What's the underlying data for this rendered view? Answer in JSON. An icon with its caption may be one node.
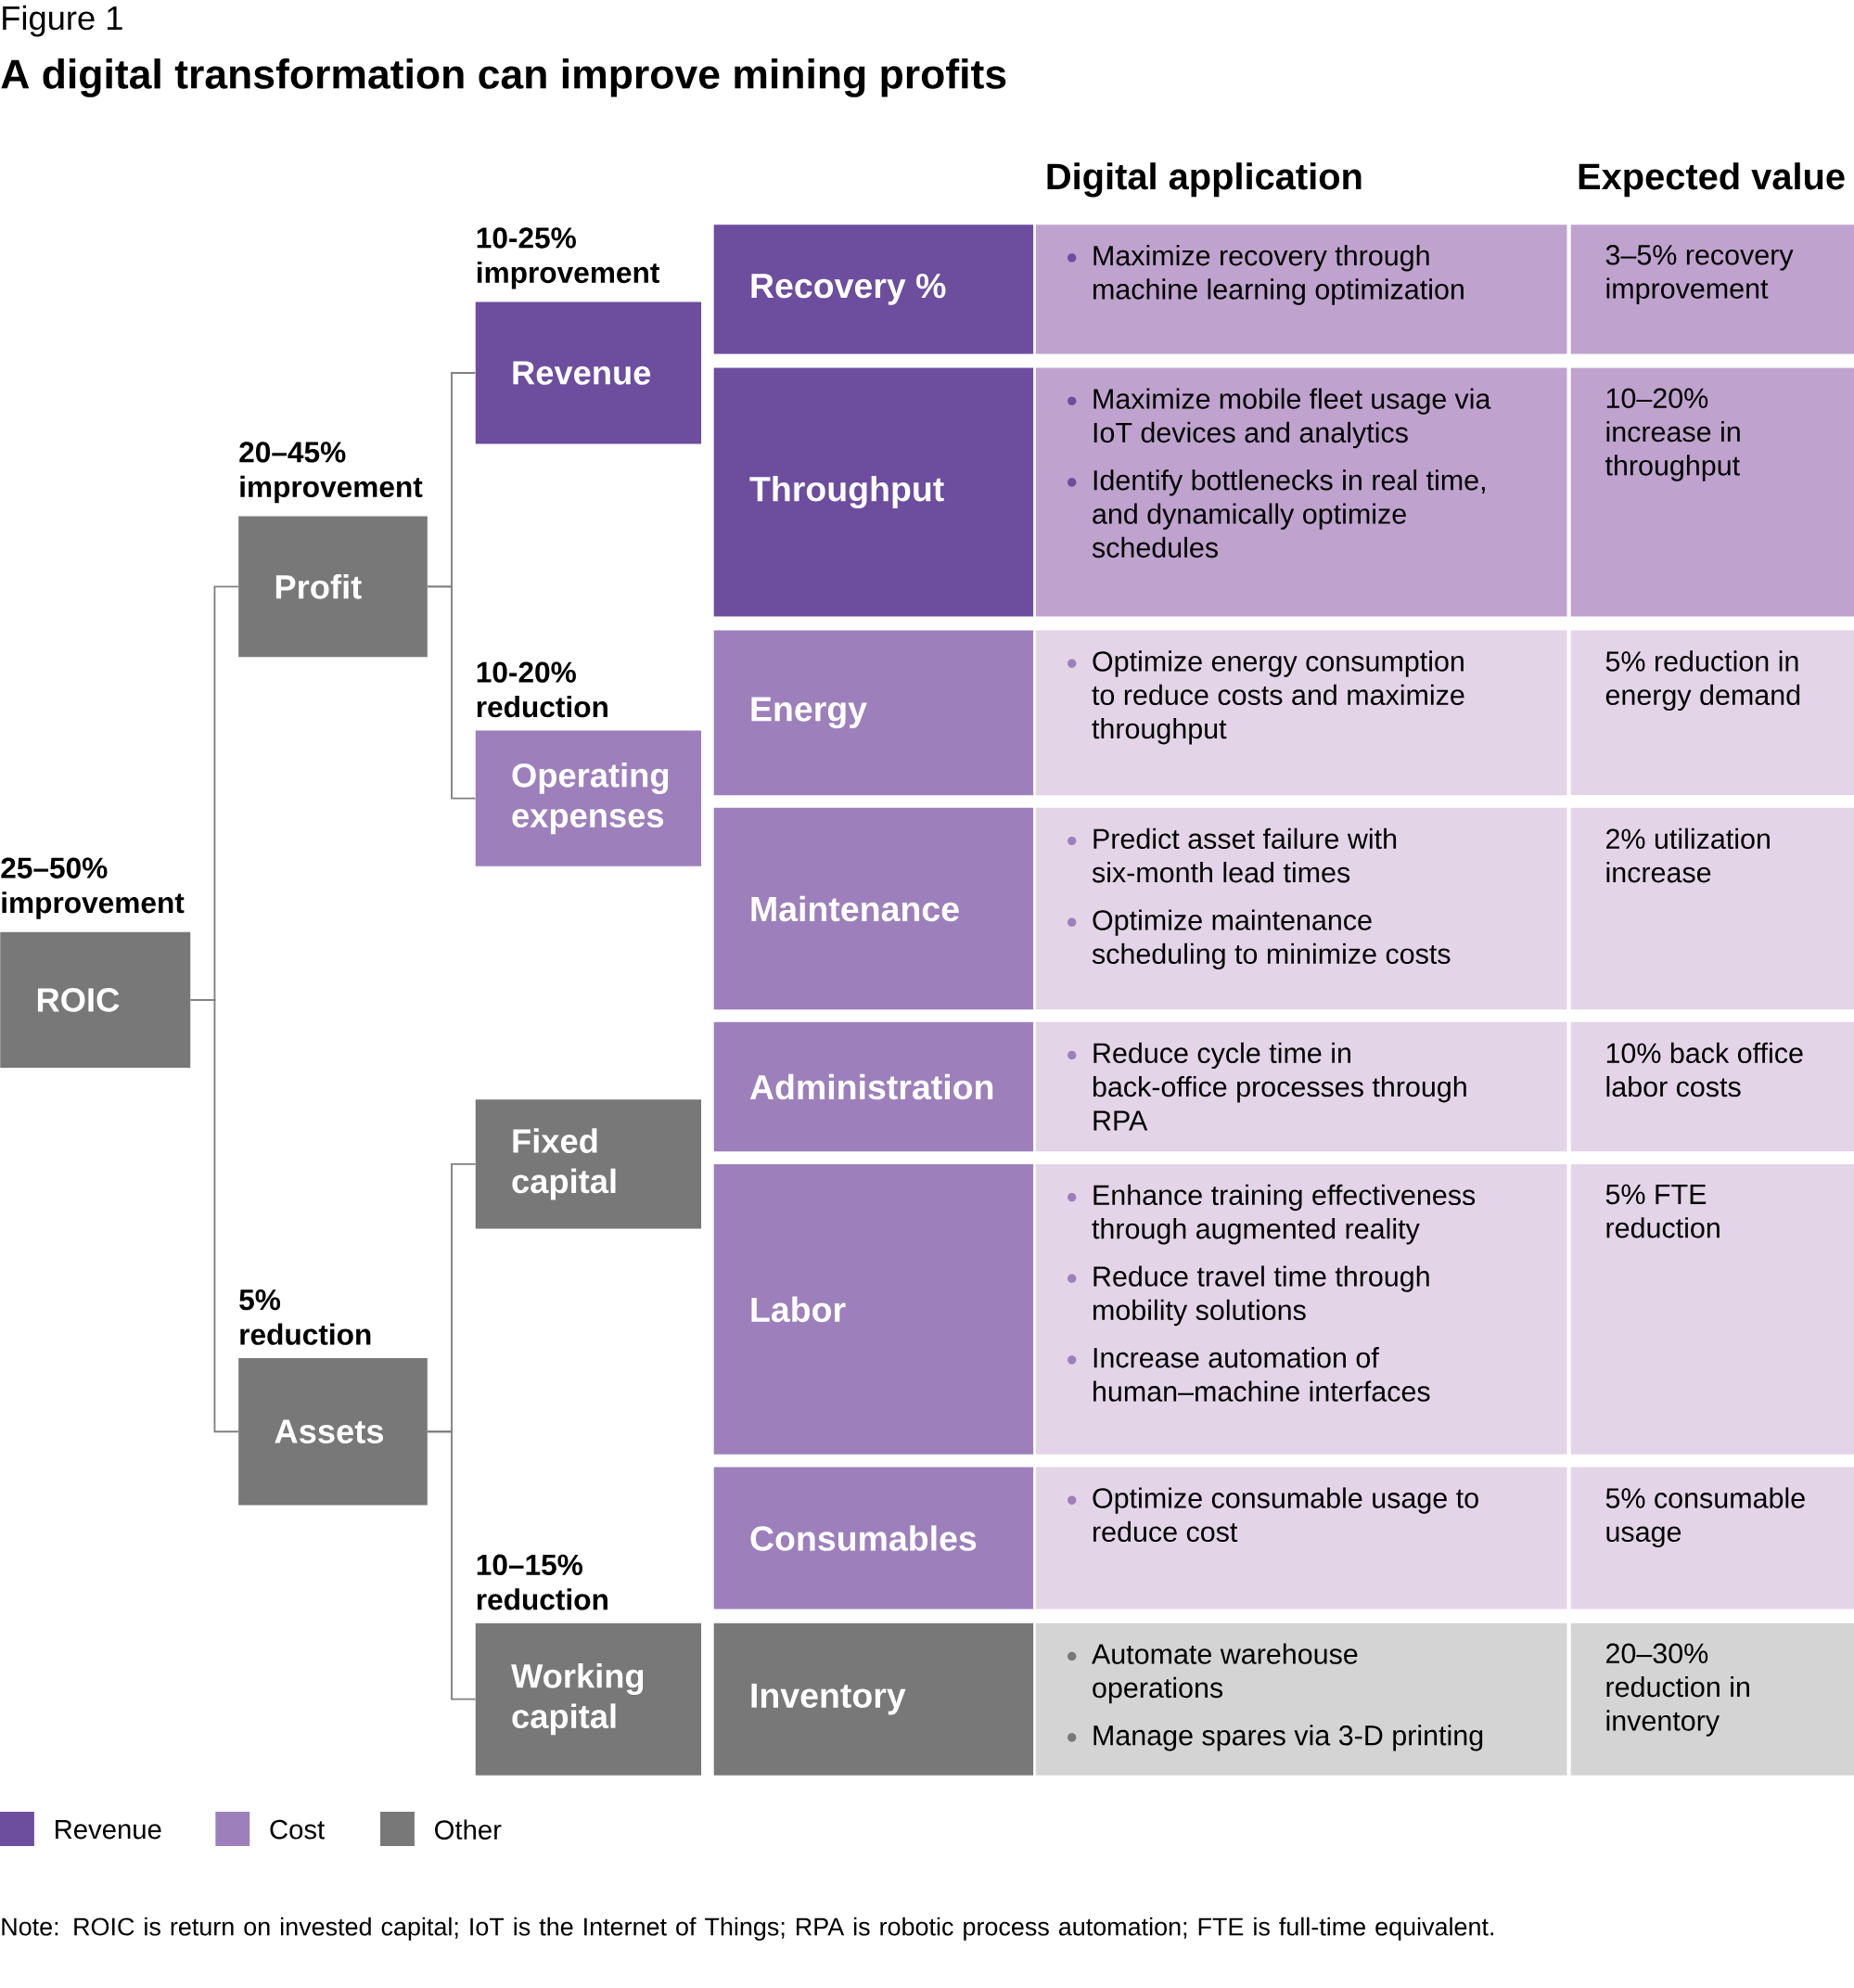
{
  "diagram": {
    "title": "A digital transformation can improve mining profits",
    "caption": "Note: ROIC is return on invested capital; IoT is the Internet of Things; RPA is robotic process automation; FTE is full-time equivalent.",
    "nodes": [
      {
        "text": [
          "ROIC"
        ],
        "beside": [
          "25–50% improvement"
        ]
      },
      {
        "text": [
          "Profit"
        ],
        "beside": [
          "20–45% improvement"
        ]
      },
      {
        "text": [
          "Assets"
        ],
        "beside": [
          "5% reduction"
        ]
      },
      {
        "text": [
          "Revenue"
        ],
        "beside": [
          "10-25% improvement"
        ]
      },
      {
        "text": [
          "Operating expenses"
        ],
        "beside": [
          "10-20% reduction"
        ]
      },
      {
        "text": [
          "Fixed capital"
        ]
      },
      {
        "text": [
          "Working capital"
        ],
        "beside": [
          "10–15% reduction"
        ]
      },
      {
        "text": [
          "Recovery %"
        ]
      },
      {
        "text": [
          "Maximize recovery through machine learning optimization"
        ]
      },
      {
        "text": [
          "3–5% recovery improvement"
        ]
      },
      {
        "text": [
          "Throughput"
        ]
      },
      {
        "text": [
          "Maximize mobile fleet usage via IoT devices and analytics",
          "Identify bottlenecks in real time, and dynamically optimize schedules"
        ]
      },
      {
        "text": [
          "10–20% increase in throughput"
        ]
      },
      {
        "text": [
          "Energy"
        ]
      },
      {
        "text": [
          "Optimize energy consumption to reduce costs and maximize throughput"
        ]
      },
      {
        "text": [
          "5% reduction in energy demand"
        ]
      },
      {
        "text": [
          "Maintenance"
        ]
      },
      {
        "text": [
          "Predict asset failure with six-month lead times",
          "Optimize maintenance scheduling to minimize costs"
        ]
      },
      {
        "text": [
          "2% utilization increase"
        ]
      },
      {
        "text": [
          "Administration"
        ]
      },
      {
        "text": [
          "Reduce cycle time in back-office processes through RPA"
        ]
      },
      {
        "text": [
          "10% back office labor costs"
        ]
      },
      {
        "text": [
          "Labor"
        ]
      },
      {
        "text": [
          "Enhance training effectiveness through augmented reality",
          "Reduce travel time through mobility solutions",
          "Increase automation of human–machine interfaces"
        ]
      },
      {
        "text": [
          "5% FTE reduction"
        ]
      },
      {
        "text": [
          "Consumables"
        ]
      },
      {
        "text": [
          "Optimize consumable usage to reduce cost"
        ]
      },
      {
        "text": [
          "5% consumable usage"
        ]
      },
      {
        "text": [
          "Inventory"
        ]
      },
      {
        "text": [
          "Automate warehouse operations",
          "Manage spares via 3-D printing"
        ]
      },
      {
        "text": [
          "20–30% reduction in inventory"
        ]
      }
    ],
    "edges": [
      {
        "from": 0,
        "to": 1,
        "arrow": "none"
      },
      {
        "from": 0,
        "to": 2,
        "arrow": "none"
      },
      {
        "from": 1,
        "to": 3,
        "arrow": "none"
      },
      {
        "from": 1,
        "to": 4,
        "arrow": "none"
      },
      {
        "from": 2,
        "to": 5,
        "arrow": "none"
      },
      {
        "from": 2,
        "to": 6,
        "arrow": "none"
      }
    ],
    "labels": [
      "Figure 1",
      "Digital application",
      "Expected value"
    ],
    "legend": [
      {
        "text": "Revenue",
        "color": "#6c4d9e"
      },
      {
        "text": "Cost",
        "color": "#9d80bb"
      },
      {
        "text": "Other",
        "color": "#787878"
      }
    ]
  }
}
